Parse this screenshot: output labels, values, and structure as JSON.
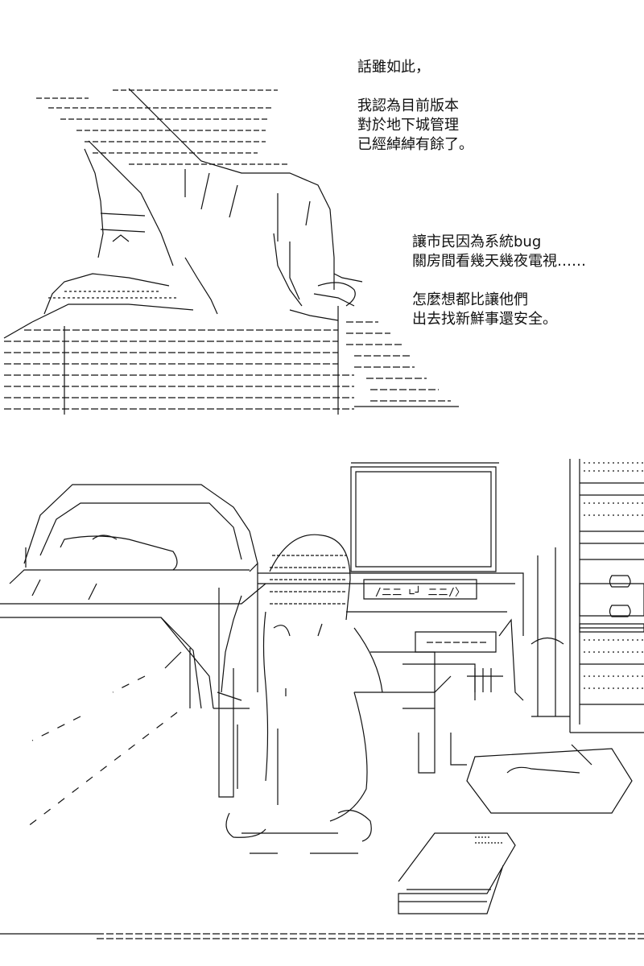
{
  "dialogue": {
    "block1": {
      "line1": "話雖如此，",
      "line2": "我認為目前版本",
      "line3": "對於地下城管理",
      "line4": "已經綽綽有餘了。"
    },
    "block2": {
      "line1": "讓市民因為系統bug",
      "line2": "關房間看幾天幾夜電視……",
      "line3": "怎麼想都比讓他們",
      "line4": "出去找新鮮事還安全。"
    }
  },
  "colors": {
    "ink": "#111111",
    "background": "#ffffff"
  }
}
